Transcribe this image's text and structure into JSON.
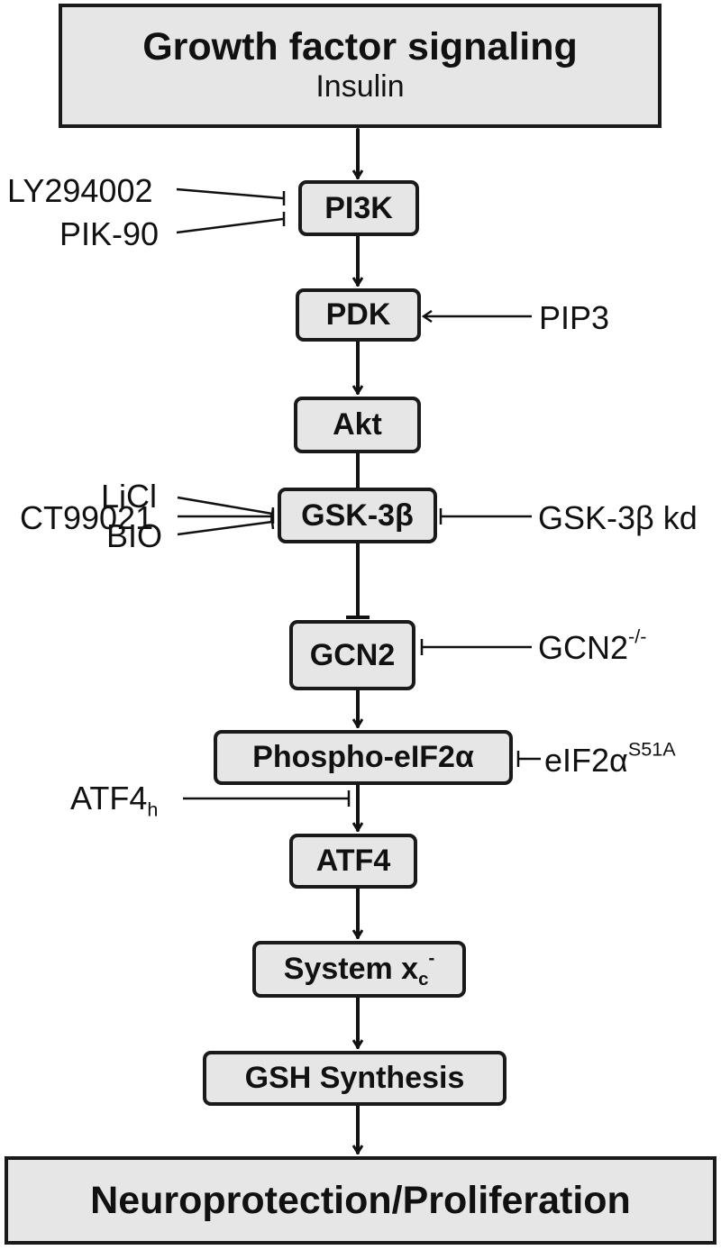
{
  "header": {
    "title": "Growth factor signaling",
    "subtitle": "Insulin"
  },
  "nodes": {
    "pi3k": "PI3K",
    "pdk": "PDK",
    "akt": "Akt",
    "gsk3b": "GSK-3β",
    "gcn2": "GCN2",
    "peif2a": "Phospho-eIF2α",
    "atf4": "ATF4",
    "systemxc": {
      "base": "System x",
      "sub": "c",
      "sup": "-"
    },
    "gsh": "GSH Synthesis"
  },
  "footer": "Neuroprotection/Proliferation",
  "modulators": {
    "ly294002": "LY294002",
    "pik90": "PIK-90",
    "pip3": "PIP3",
    "licl": "LiCl",
    "ct99021": "CT99021",
    "bio": "BIO",
    "gsk3b_kd": "GSK-3β kd",
    "gcn2_ko": {
      "base": "GCN2",
      "sup": "-/-"
    },
    "eif2a_s51a": {
      "base": "eIF2α",
      "sup": "S51A"
    },
    "atf4h": {
      "base": "ATF4",
      "sub": "h"
    }
  }
}
